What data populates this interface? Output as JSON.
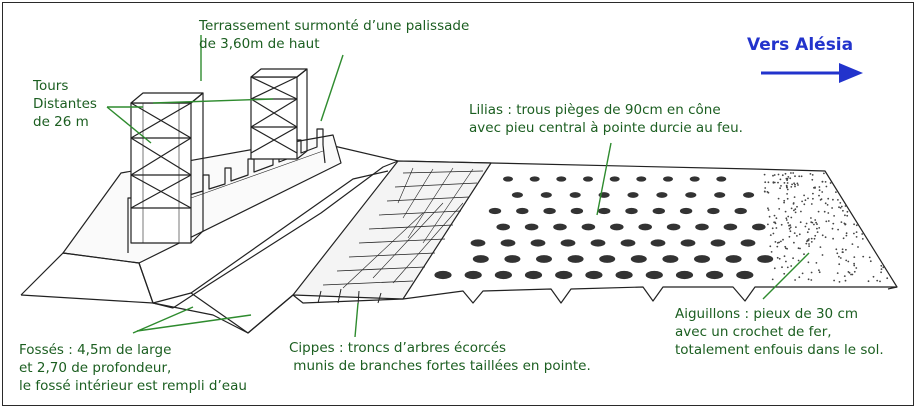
{
  "direction": {
    "label": "Vers Alésia",
    "color": "#2233cc"
  },
  "labels": {
    "terrassement": [
      "Terrassement surmonté d’une palissade",
      "de 3,60m de haut"
    ],
    "tours": [
      "Tours",
      "Distantes",
      "de 26 m"
    ],
    "lilias": [
      "Lilias : trous pièges de 90cm en cône",
      "avec pieu central à pointe durcie au feu."
    ],
    "fosses": [
      "Fossés : 4,5m de large",
      "et 2,70 de profondeur,",
      "le fossé intérieur est rempli d’eau"
    ],
    "cippes": [
      "Cippes : troncs d’arbres écorcés",
      " munis de branches fortes taillées en pointe."
    ],
    "aiguillons": [
      "Aiguillons : pieux de 30 cm",
      "avec un crochet de fer,",
      "totalement enfouis dans le sol."
    ]
  },
  "colors": {
    "label_text": "#1b5e20",
    "pointer_lines": "#2e8b2e",
    "ink": "#222222"
  }
}
